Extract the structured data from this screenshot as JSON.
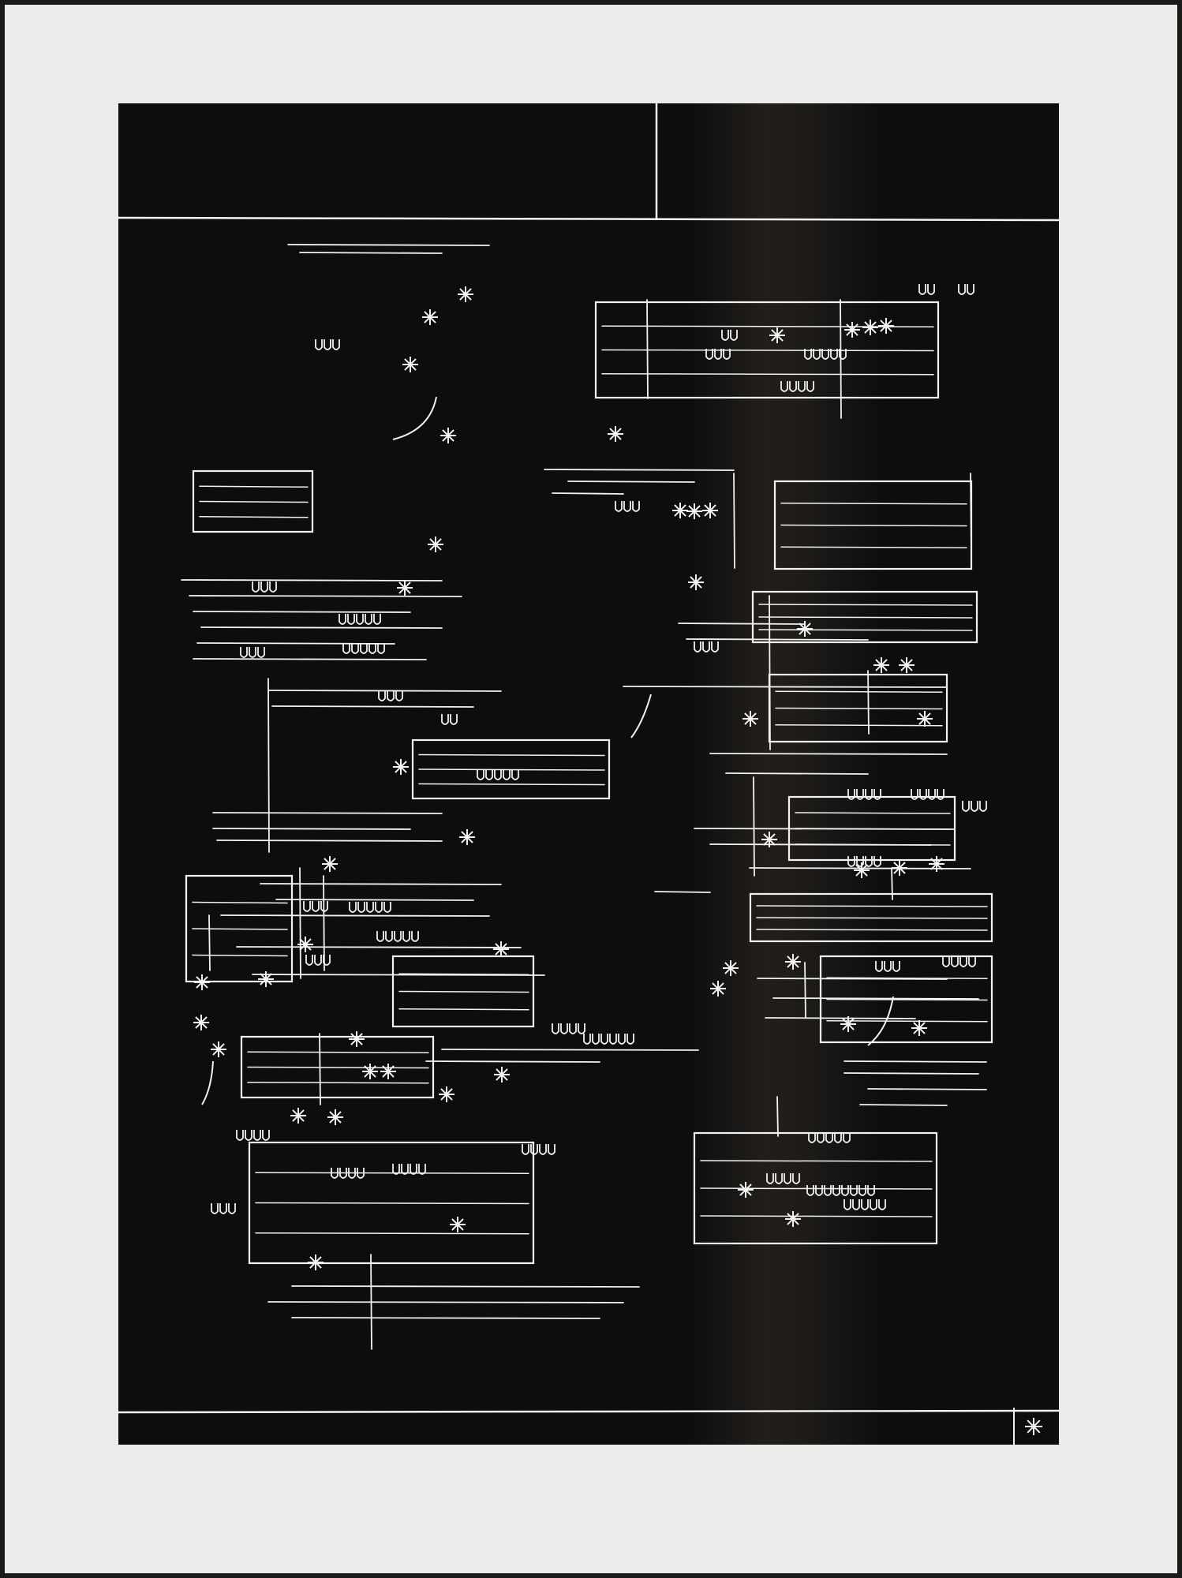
{
  "artwork": {
    "paper_color": "#ebebe9",
    "ink_color": "#0d0d0d",
    "line_color": "#f2f2f2",
    "motifs": [
      "horizontal-line",
      "rectangle-box",
      "star-icon",
      "u-glyph-cluster"
    ]
  }
}
